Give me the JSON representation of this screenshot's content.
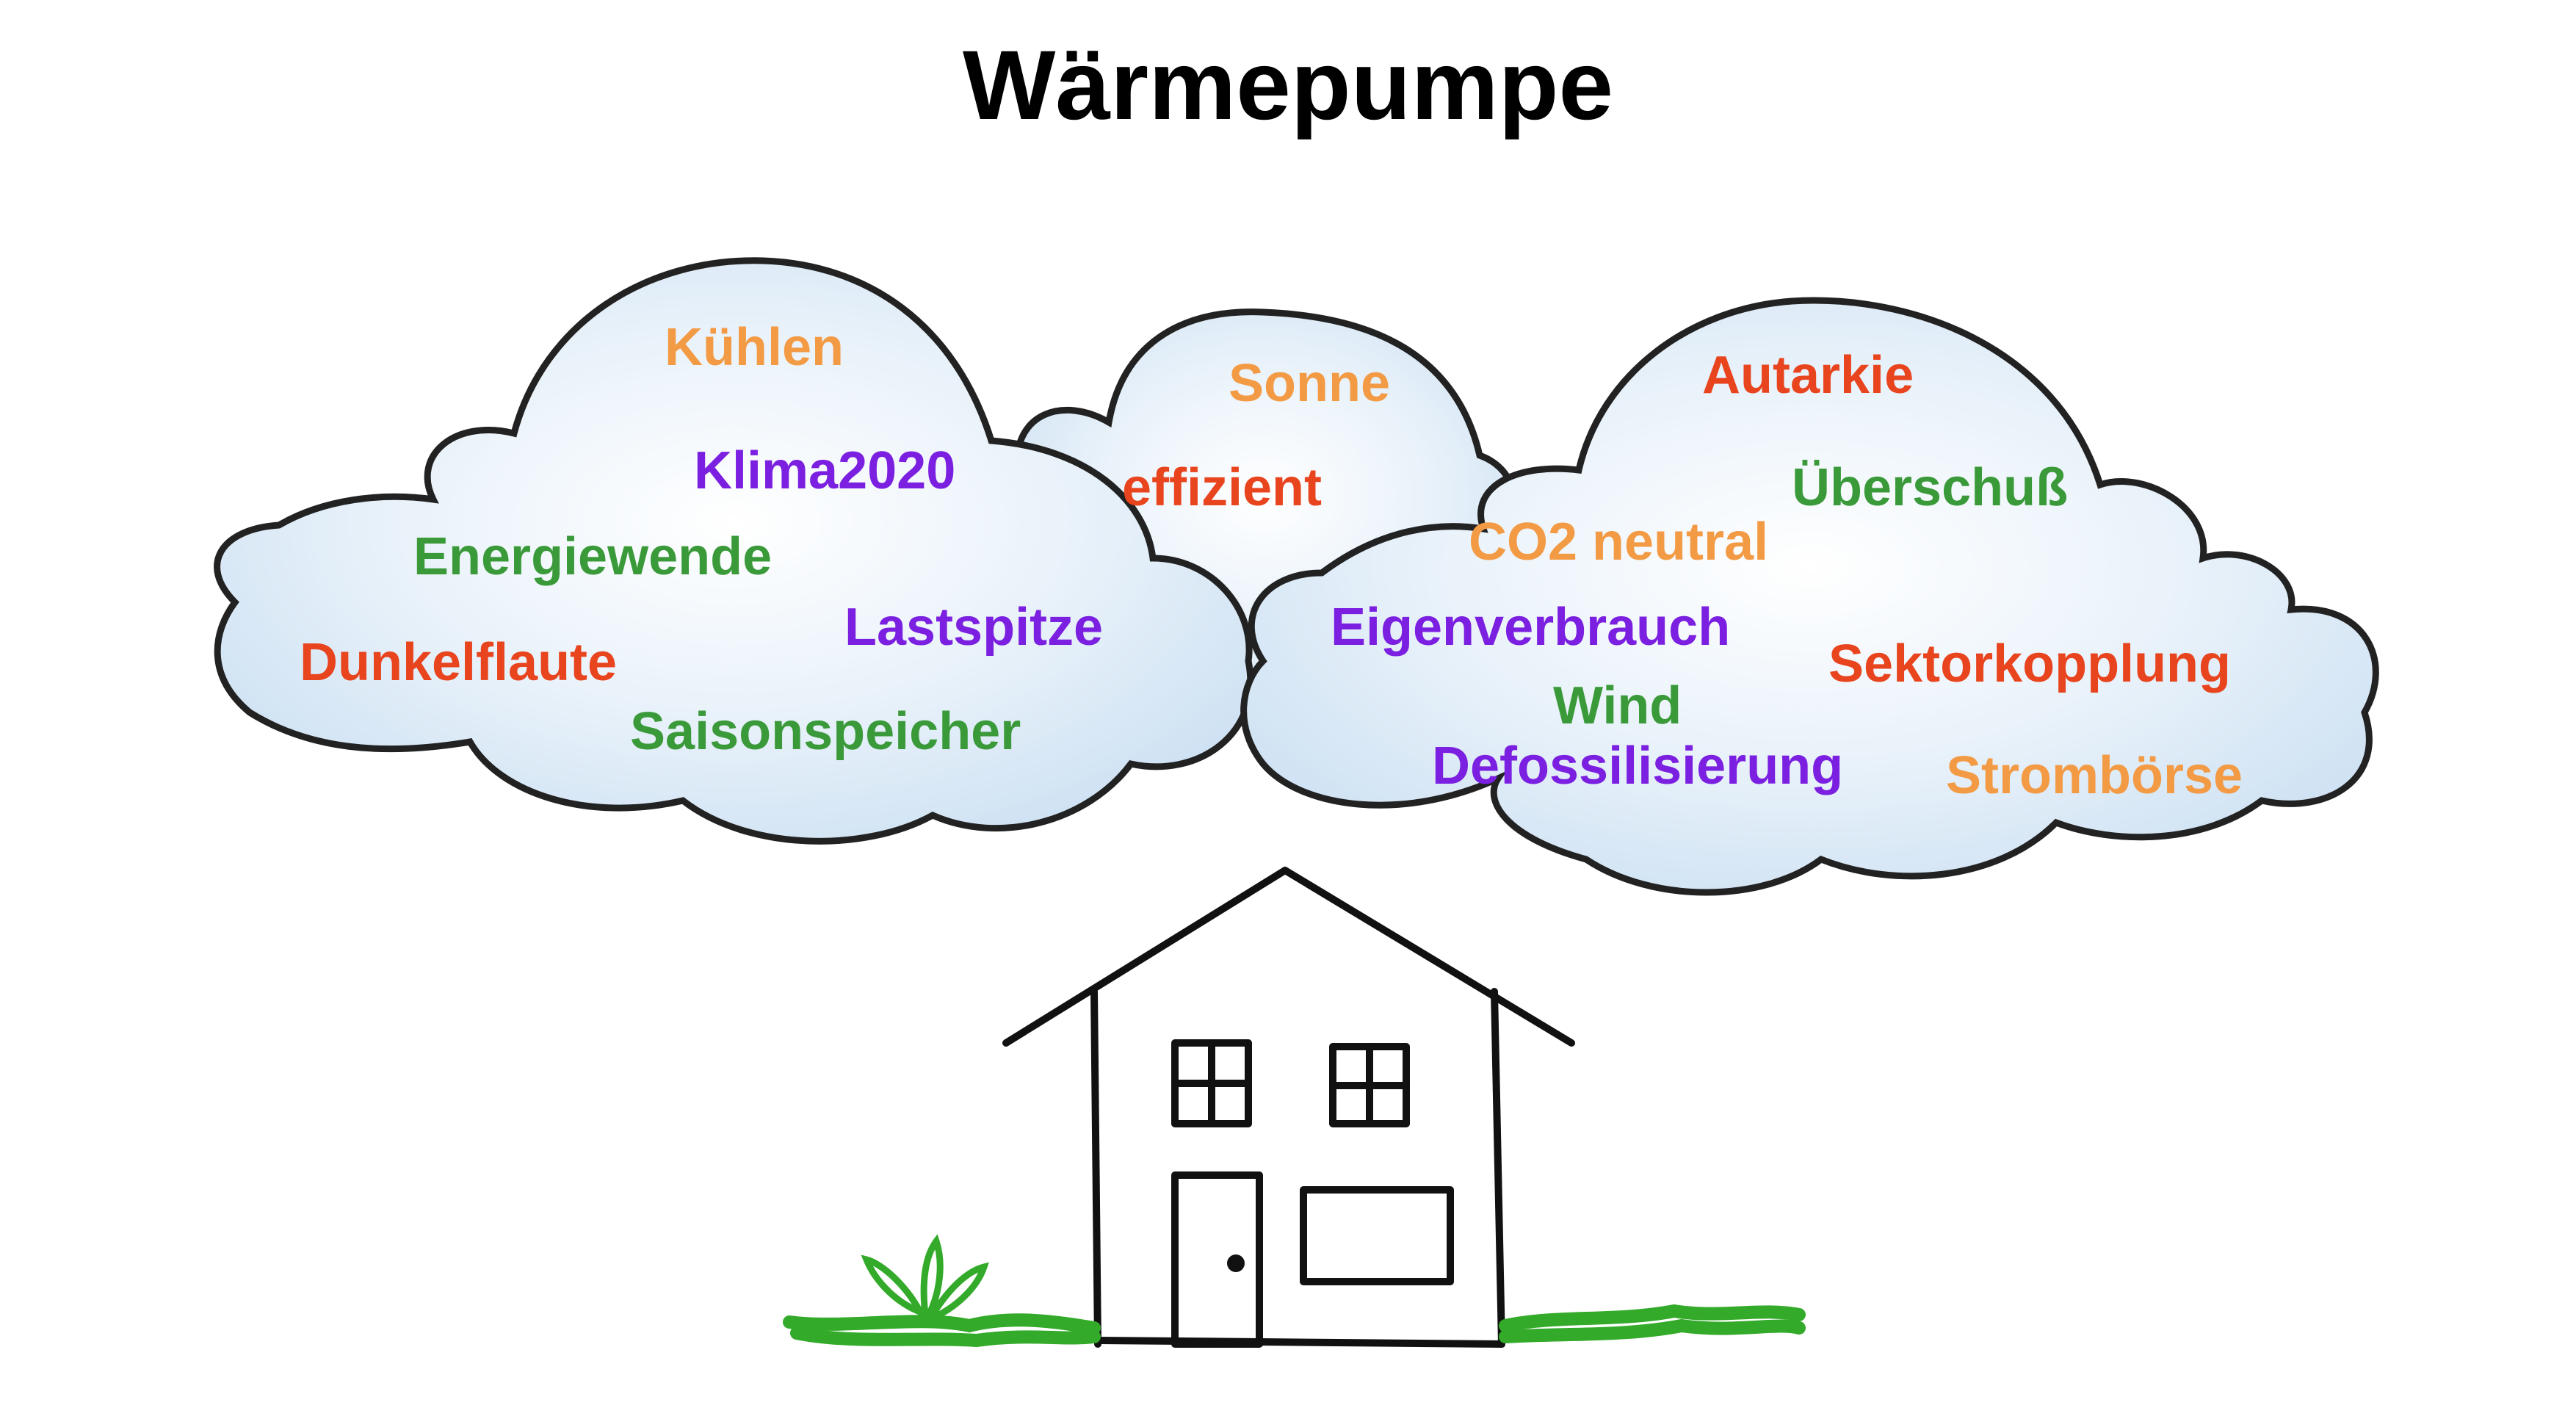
{
  "title": "Wärmepumpe",
  "colors": {
    "orange": "#F39A45",
    "red": "#E8441E",
    "green": "#3A9A3A",
    "purple": "#7B1FE0",
    "cloud_outline": "#222222",
    "cloud_fill": "#DCEBF7",
    "grass": "#33AA2A"
  },
  "words": [
    {
      "id": "kuehlen",
      "text": "Kühlen",
      "color": "orange"
    },
    {
      "id": "klima2020",
      "text": "Klima2020",
      "color": "purple"
    },
    {
      "id": "energiewende",
      "text": "Energiewende",
      "color": "green"
    },
    {
      "id": "lastspitze",
      "text": "Lastspitze",
      "color": "purple"
    },
    {
      "id": "dunkelflaute",
      "text": "Dunkelflaute",
      "color": "red"
    },
    {
      "id": "saisonspeicher",
      "text": "Saisonspeicher",
      "color": "green"
    },
    {
      "id": "sonne",
      "text": "Sonne",
      "color": "orange"
    },
    {
      "id": "effizient",
      "text": "effizient",
      "color": "red"
    },
    {
      "id": "autarkie",
      "text": "Autarkie",
      "color": "red"
    },
    {
      "id": "ueberschuss",
      "text": "Überschuß",
      "color": "green"
    },
    {
      "id": "co2-neutral",
      "text": "CO2 neutral",
      "color": "orange"
    },
    {
      "id": "eigenverbrauch",
      "text": "Eigenverbrauch",
      "color": "purple"
    },
    {
      "id": "sektorkopplung",
      "text": "Sektorkopplung",
      "color": "red"
    },
    {
      "id": "wind",
      "text": "Wind",
      "color": "green"
    },
    {
      "id": "defossilisierung",
      "text": "Defossilisierung",
      "color": "purple"
    },
    {
      "id": "stromboerse",
      "text": "Strombörse",
      "color": "orange"
    }
  ]
}
